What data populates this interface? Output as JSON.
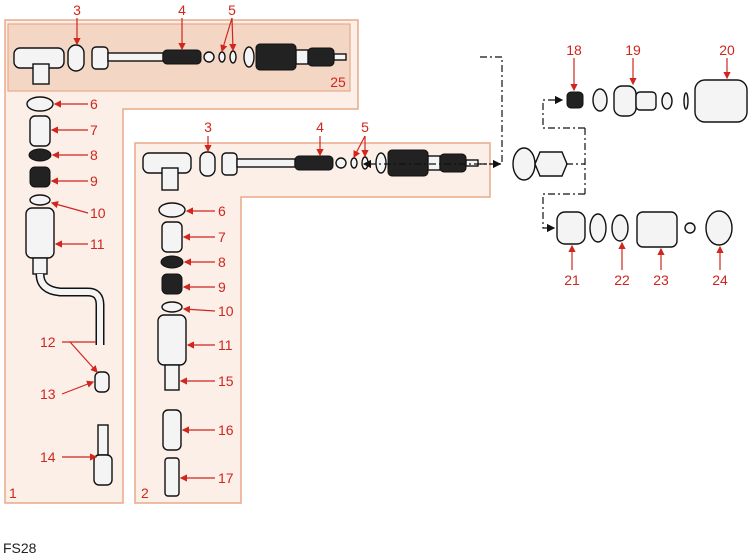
{
  "figure_code": "FS28",
  "assembly_1": {
    "number": "1",
    "subassembly_label": "25",
    "labels": {
      "p3": "3",
      "p4": "4",
      "p5": "5",
      "p6": "6",
      "p7": "7",
      "p8": "8",
      "p9": "9",
      "p10": "10",
      "p11": "11",
      "p12": "12",
      "p13": "13",
      "p14": "14"
    }
  },
  "assembly_2": {
    "number": "2",
    "labels": {
      "p3": "3",
      "p4": "4",
      "p5": "5",
      "p6": "6",
      "p7": "7",
      "p8": "8",
      "p9": "9",
      "p10": "10",
      "p11": "11",
      "p15": "15",
      "p16": "16",
      "p17": "17"
    }
  },
  "right_parts": {
    "labels": {
      "p18": "18",
      "p19": "19",
      "p20": "20",
      "p21": "21",
      "p22": "22",
      "p23": "23",
      "p24": "24"
    }
  },
  "colors": {
    "panel_fill": "#fbefe7",
    "panel_border": "#e9a98a",
    "subassembly_fill": "#f3d6c4",
    "label": "#d0261e"
  }
}
